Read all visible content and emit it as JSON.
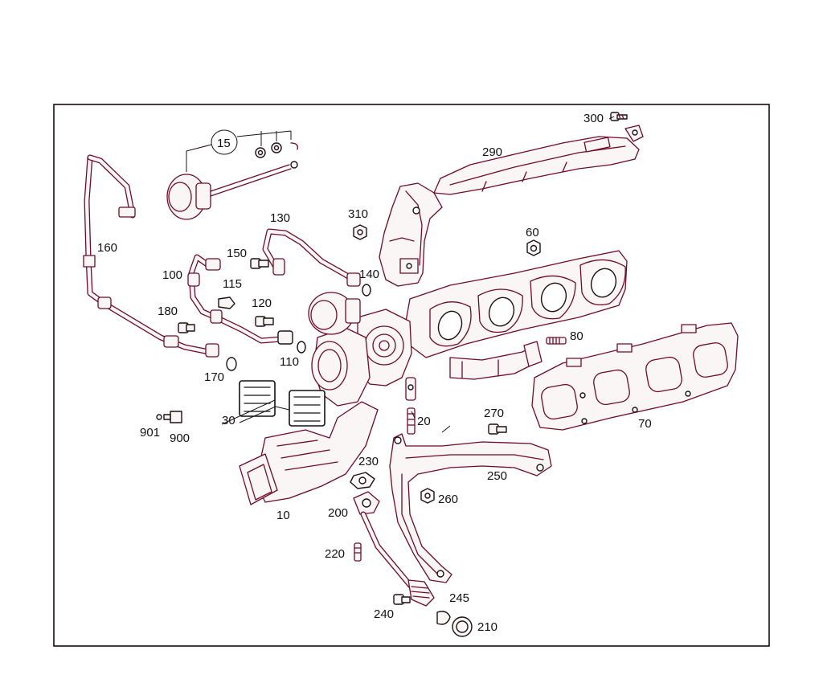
{
  "diagram": {
    "labels": {
      "p10": "10",
      "p15": "15",
      "p20": "20",
      "p30": "30",
      "p60": "60",
      "p70": "70",
      "p80": "80",
      "p100": "100",
      "p110": "110",
      "p115": "115",
      "p120": "120",
      "p130": "130",
      "p140": "140",
      "p150": "150",
      "p160": "160",
      "p170": "170",
      "p180": "180",
      "p200": "200",
      "p210": "210",
      "p220": "220",
      "p230": "230",
      "p240": "240",
      "p245": "245",
      "p250": "250",
      "p260": "260",
      "p270": "270",
      "p290": "290",
      "p300": "300",
      "p310": "310",
      "p900": "900",
      "p901": "901"
    }
  },
  "colors": {
    "line": "#6e0a2a",
    "frame": "#1a0a10",
    "background": "#ffffff"
  }
}
